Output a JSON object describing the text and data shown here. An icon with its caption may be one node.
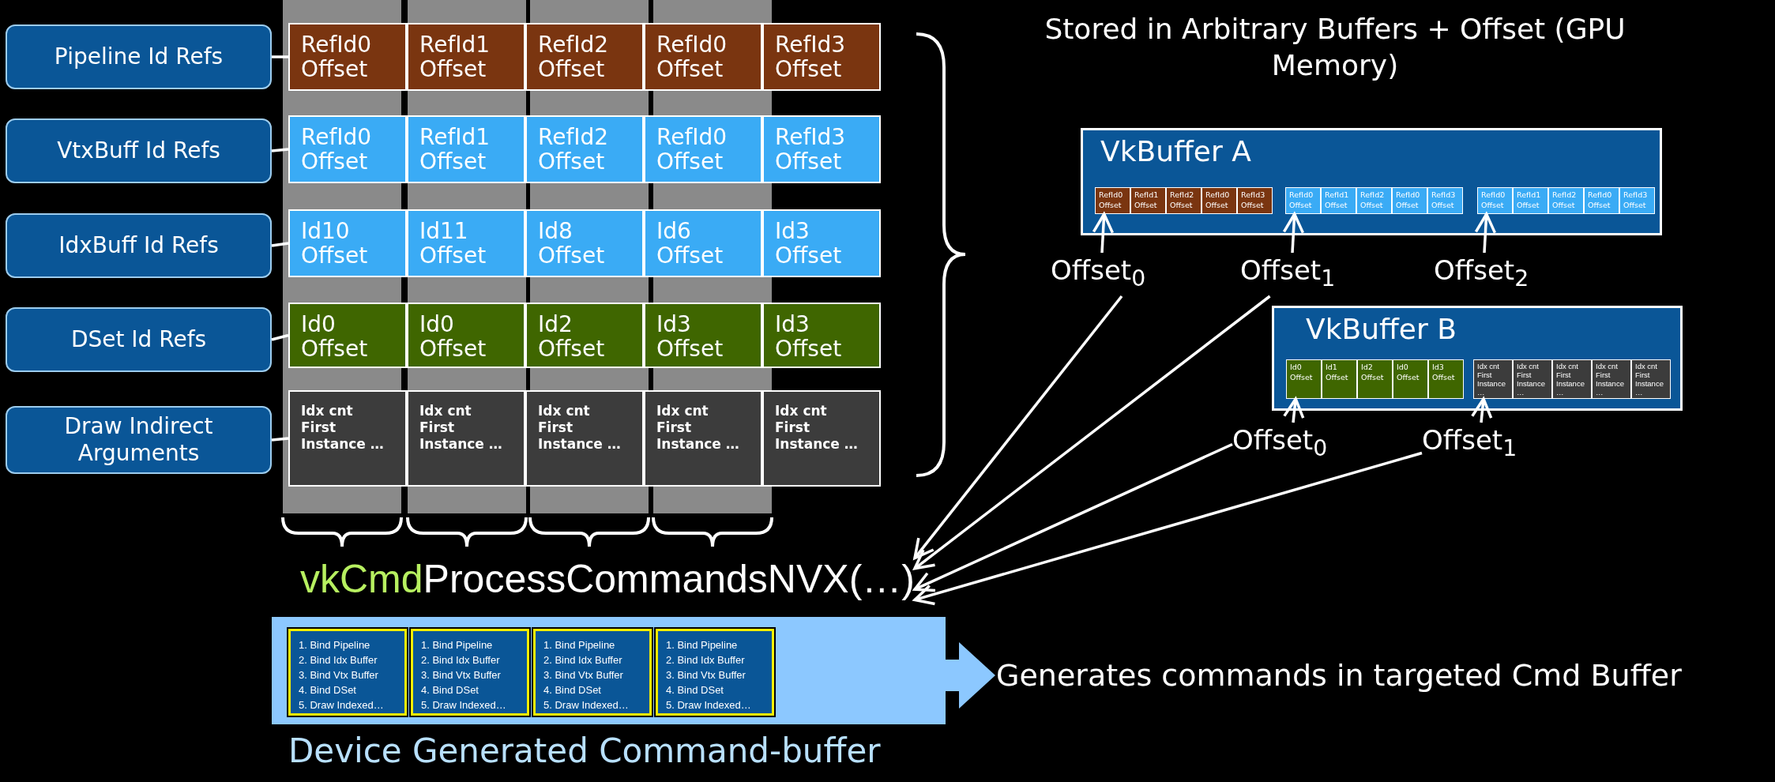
{
  "diagram": {
    "nodes": [
      {
        "text": [
          "Pipeline Id Refs"
        ]
      },
      {
        "text": [
          "VtxBuff Id Refs"
        ]
      },
      {
        "text": [
          "IdxBuff Id Refs"
        ]
      },
      {
        "text": [
          "DSet Id Refs"
        ]
      },
      {
        "text": [
          "Draw Indirect Arguments"
        ]
      },
      {
        "text": [
          "RefId0 Offset"
        ]
      },
      {
        "text": [
          "RefId1 Offset"
        ]
      },
      {
        "text": [
          "RefId2 Offset"
        ]
      },
      {
        "text": [
          "RefId0 Offset"
        ]
      },
      {
        "text": [
          "RefId3 Offset"
        ]
      },
      {
        "text": [
          "RefId0 Offset"
        ]
      },
      {
        "text": [
          "RefId1 Offset"
        ]
      },
      {
        "text": [
          "RefId2 Offset"
        ]
      },
      {
        "text": [
          "RefId0 Offset"
        ]
      },
      {
        "text": [
          "RefId3 Offset"
        ]
      },
      {
        "text": [
          "Id10 Offset"
        ]
      },
      {
        "text": [
          "Id11 Offset"
        ]
      },
      {
        "text": [
          "Id8 Offset"
        ]
      },
      {
        "text": [
          "Id6 Offset"
        ]
      },
      {
        "text": [
          "Id3 Offset"
        ]
      },
      {
        "text": [
          "Id0 Offset"
        ]
      },
      {
        "text": [
          "Id0 Offset"
        ]
      },
      {
        "text": [
          "Id2 Offset"
        ]
      },
      {
        "text": [
          "Id3 Offset"
        ]
      },
      {
        "text": [
          "Id3 Offset"
        ]
      },
      {
        "text": [
          "Idx cnt First Instance …"
        ]
      },
      {
        "text": [
          "Idx cnt First Instance …"
        ]
      },
      {
        "text": [
          "Idx cnt First Instance …"
        ]
      },
      {
        "text": [
          "Idx cnt First Instance …"
        ]
      },
      {
        "text": [
          "Idx cnt First Instance …"
        ]
      },
      {
        "text": [
          "VkBuffer A"
        ]
      },
      {
        "text": [
          "RefId0 Offset"
        ],
        "in": 30
      },
      {
        "text": [
          "RefId1 Offset"
        ],
        "in": 30
      },
      {
        "text": [
          "RefId2 Offset"
        ],
        "in": 30
      },
      {
        "text": [
          "RefId0 Offset"
        ],
        "in": 30
      },
      {
        "text": [
          "RefId3 Offset"
        ],
        "in": 30
      },
      {
        "text": [
          "RefId0 Offset"
        ],
        "in": 30
      },
      {
        "text": [
          "RefId1 Offset"
        ],
        "in": 30
      },
      {
        "text": [
          "RefId2 Offset"
        ],
        "in": 30
      },
      {
        "text": [
          "RefId0 Offset"
        ],
        "in": 30
      },
      {
        "text": [
          "RefId3 Offset"
        ],
        "in": 30
      },
      {
        "text": [
          "RefId0 Offset"
        ],
        "in": 30
      },
      {
        "text": [
          "RefId1 Offset"
        ],
        "in": 30
      },
      {
        "text": [
          "RefId2 Offset"
        ],
        "in": 30
      },
      {
        "text": [
          "RefId0 Offset"
        ],
        "in": 30
      },
      {
        "text": [
          "RefId3 Offset"
        ],
        "in": 30
      },
      {
        "text": [
          "VkBuffer B"
        ]
      },
      {
        "text": [
          "Id0 Offset"
        ],
        "in": 46
      },
      {
        "text": [
          "Id1 Offset"
        ],
        "in": 46
      },
      {
        "text": [
          "Id2 Offset"
        ],
        "in": 46
      },
      {
        "text": [
          "Id0 Offset"
        ],
        "in": 46
      },
      {
        "text": [
          "Id3 Offset"
        ],
        "in": 46
      },
      {
        "text": [
          "Idx cnt First Instance …"
        ],
        "in": 46
      },
      {
        "text": [
          "Idx cnt First Instance …"
        ],
        "in": 46
      },
      {
        "text": [
          "Idx cnt First Instance …"
        ],
        "in": 46
      },
      {
        "text": [
          "Idx cnt First Instance …"
        ],
        "in": 46
      },
      {
        "text": [
          "Idx cnt First Instance …"
        ],
        "in": 46
      },
      {
        "text": [
          "Offset$_{0}$"
        ]
      },
      {
        "text": [
          "Offset$_{1}$"
        ]
      },
      {
        "text": [
          "Offset$_{2}$"
        ]
      },
      {
        "text": [
          "Offset$_{0}$"
        ]
      },
      {
        "text": [
          "Offset$_{1}$"
        ]
      },
      {
        "text": [
          "vkCmd",
          "ProcessCommandsNVX(…)"
        ]
      },
      {
        "text": [
          "Device Generated Command-buffer"
        ]
      },
      {
        "text": [
          "1. Bind Pipeline",
          "2. Bind Idx Buffer",
          "3. Bind Vtx Buffer",
          "4. Bind DSet",
          "5. Draw Indexed…"
        ],
        "in": 63
      },
      {
        "text": [
          "1. Bind Pipeline",
          "2. Bind Idx Buffer",
          "3. Bind Vtx Buffer",
          "4. Bind DSet",
          "5. Draw Indexed…"
        ],
        "in": 63
      },
      {
        "text": [
          "1. Bind Pipeline",
          "2. Bind Idx Buffer",
          "3. Bind Vtx Buffer",
          "4. Bind DSet",
          "5. Draw Indexed…"
        ],
        "in": 63
      },
      {
        "text": [
          "1. Bind Pipeline",
          "2. Bind Idx Buffer",
          "3. Bind Vtx Buffer",
          "4. Bind DSet",
          "5. Draw Indexed…"
        ],
        "in": 63
      },
      {
        "text": [
          "Generates commands in targeted Cmd Buffer"
        ]
      }
    ],
    "edges": [
      {
        "from": 0,
        "to": 5,
        "arrow": "none"
      },
      {
        "from": 1,
        "to": 10,
        "arrow": "none"
      },
      {
        "from": 2,
        "to": 15,
        "arrow": "none"
      },
      {
        "from": 3,
        "to": 20,
        "arrow": "none"
      },
      {
        "from": 4,
        "to": 25,
        "arrow": "none"
      },
      {
        "from": 57,
        "to": 31,
        "arrow": "to"
      },
      {
        "from": 58,
        "to": 36,
        "arrow": "to"
      },
      {
        "from": 59,
        "to": 41,
        "arrow": "to"
      },
      {
        "from": 60,
        "to": 47,
        "arrow": "to"
      },
      {
        "from": 61,
        "to": 52,
        "arrow": "to"
      },
      {
        "from": 57,
        "to": 62,
        "arrow": "to"
      },
      {
        "from": 58,
        "to": 62,
        "arrow": "to"
      },
      {
        "from": 60,
        "to": 62,
        "arrow": "to"
      },
      {
        "from": 61,
        "to": 62,
        "arrow": "to"
      },
      {
        "from": 63,
        "to": 68,
        "arrow": "to",
        "style": "thick",
        "color": "#8cc8ff"
      }
    ],
    "labels": [
      "Stored in Arbitrary Buffers + Offset (GPU Memory)"
    ]
  }
}
